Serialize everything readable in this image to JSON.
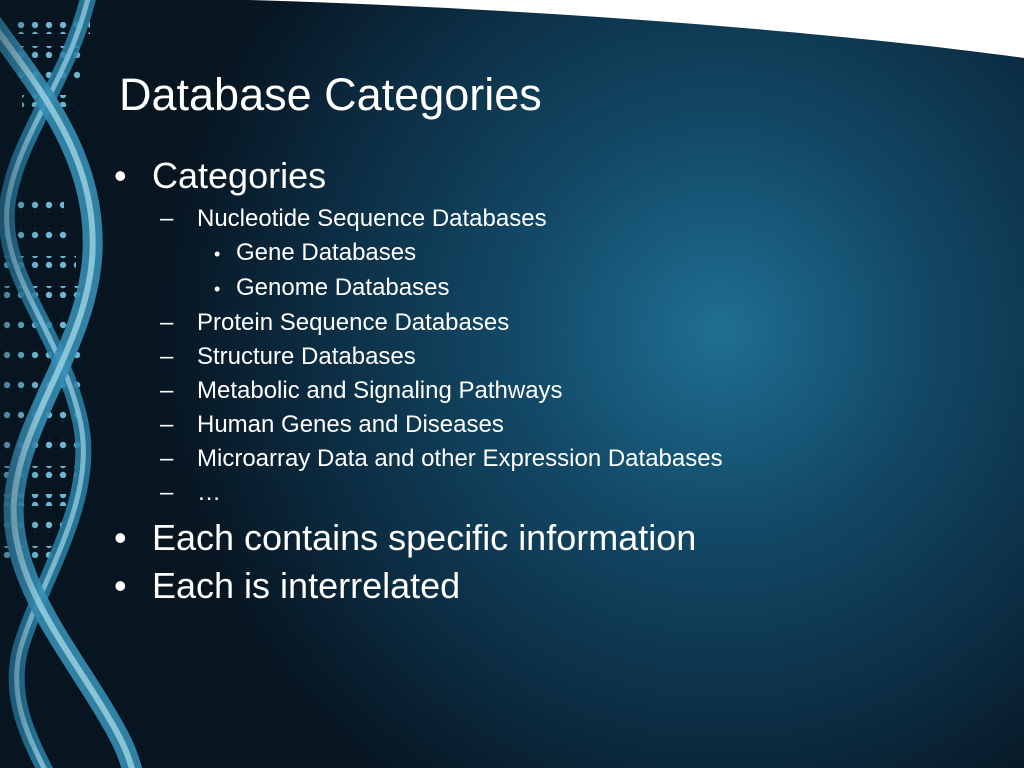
{
  "slide": {
    "title": "Database Categories",
    "colors": {
      "background_dark": "#071521",
      "background_mid": "#0f3a54",
      "background_glow": "#1f6f93",
      "helix_light": "#8fd6ef",
      "helix_dark": "#2f8eb8",
      "text": "#ffffff"
    },
    "items": [
      {
        "level": 1,
        "marker": "•",
        "text": "Categories",
        "children": [
          {
            "level": 2,
            "marker": "–",
            "text": "Nucleotide Sequence Databases",
            "children": [
              {
                "level": 3,
                "marker": "•",
                "text": "Gene Databases"
              },
              {
                "level": 3,
                "marker": "•",
                "text": "Genome Databases"
              }
            ]
          },
          {
            "level": 2,
            "marker": "–",
            "text": "Protein Sequence Databases"
          },
          {
            "level": 2,
            "marker": "–",
            "text": "Structure Databases"
          },
          {
            "level": 2,
            "marker": "–",
            "text": "Metabolic and Signaling Pathways"
          },
          {
            "level": 2,
            "marker": "–",
            "text": "Human Genes and Diseases"
          },
          {
            "level": 2,
            "marker": "–",
            "text": "Microarray Data and other Expression Databases"
          },
          {
            "level": 2,
            "marker": "–",
            "text": "…"
          }
        ]
      },
      {
        "level": 1,
        "marker": "•",
        "text": "Each contains specific information"
      },
      {
        "level": 1,
        "marker": "•",
        "text": "Each is interrelated"
      }
    ],
    "background_graphic": "dna-double-helix"
  }
}
